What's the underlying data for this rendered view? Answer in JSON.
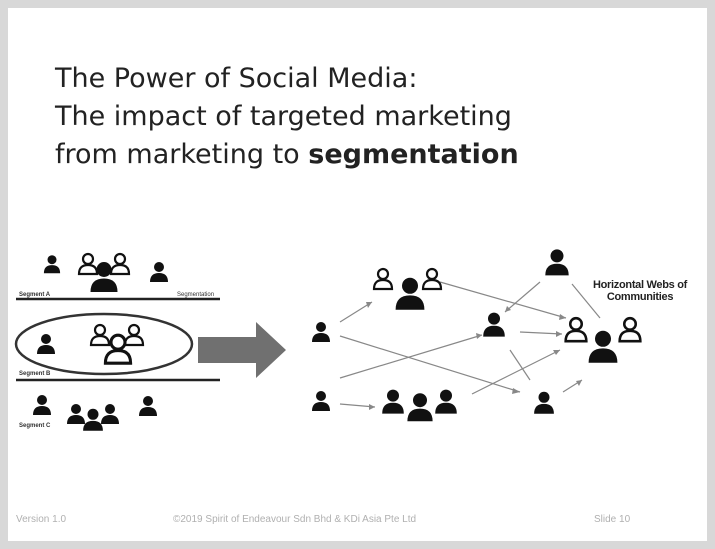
{
  "slide": {
    "title_line1": "The Power of Social Media:",
    "title_line2": "The impact of targeted marketing",
    "title_line3_prefix": "from marketing to ",
    "title_line3_bold": "segmentation"
  },
  "left_diagram": {
    "segment_a": "Segment A",
    "segmentation": "Segmentation",
    "segment_b": "Segment B",
    "segment_c": "Segment C"
  },
  "right_diagram": {
    "label_line1": "Horizontal Webs of",
    "label_line2": "Communities"
  },
  "arrow_icon": "right-arrow-icon",
  "footer": {
    "version": "Version 1.0",
    "copyright": "©2019 Spirit of Endeavour Sdn Bhd & KDi Asia Pte Ltd",
    "slide_number": "Slide 10"
  }
}
